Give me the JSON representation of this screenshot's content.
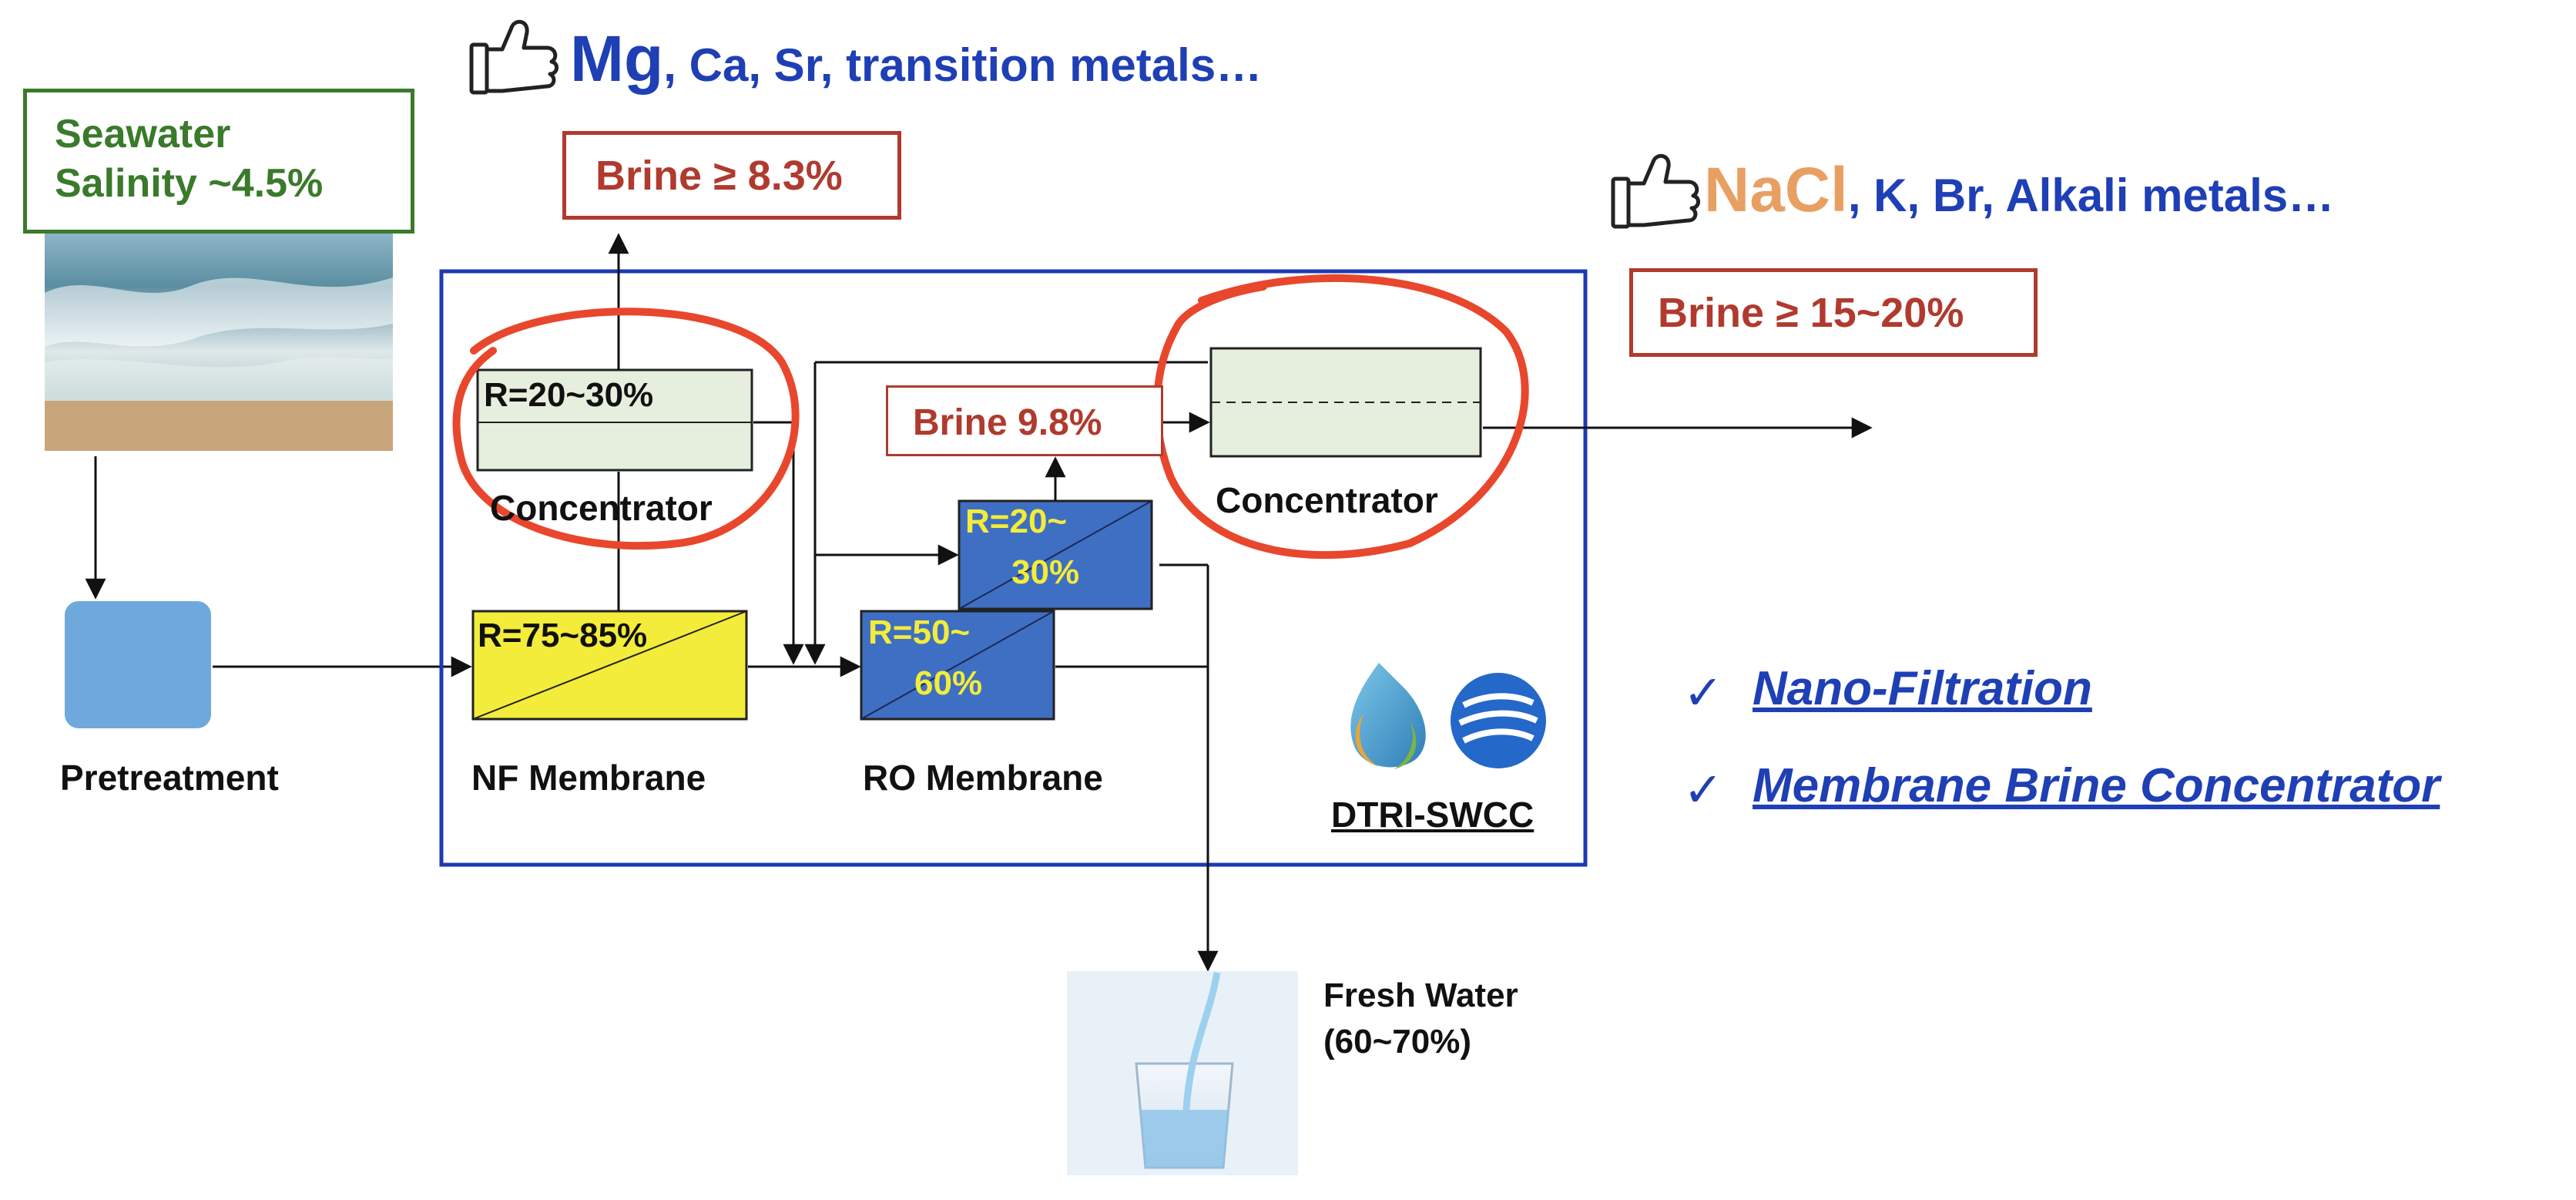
{
  "seawater": {
    "line1": "Seawater",
    "line2": "Salinity ~4.5%"
  },
  "top_left": {
    "lead": "Mg",
    "rest": ", Ca, Sr, transition metals…",
    "brine": "Brine ≥ 8.3%"
  },
  "top_right": {
    "lead": "NaCl",
    "rest": ", K, Br, Alkali metals…",
    "brine": "Brine ≥ 15~20%"
  },
  "process": {
    "nf_concentrator_recovery": "R=20~30%",
    "nf_concentrator_label": "Concentrator",
    "nf_membrane_recovery": "R=75~85%",
    "nf_membrane_label": "NF Membrane",
    "ro_upper_recovery_1": "R=20~",
    "ro_upper_recovery_2": "30%",
    "ro_lower_recovery_1": "R=50~",
    "ro_lower_recovery_2": "60%",
    "ro_membrane_label": "RO Membrane",
    "brine_mid": "Brine 9.8%",
    "main_concentrator_label": "Concentrator",
    "pretreatment_label": "Pretreatment",
    "fresh_water_1": "Fresh Water",
    "fresh_water_2": "(60~70%)",
    "logo_text": "DTRI-SWCC"
  },
  "highlights": [
    {
      "mark": "✓",
      "text": "Nano-Filtration"
    },
    {
      "mark": "✓",
      "text": "Membrane Brine Concentrator"
    }
  ],
  "colors": {
    "green_text": "#3a7a2b",
    "brine_red": "#b03a2e",
    "blue_text": "#1f3fb5",
    "orange_text": "#e8a062",
    "nf_yellow": "#f3ec3a",
    "ro_blue": "#3f6fc2",
    "concentrator_fill": "#e6eedd",
    "annotation_red": "#e8472d",
    "frame_blue": "#1d3ab0",
    "pretreatment_blue": "#6fa8dc"
  },
  "icons": [
    "thumbs-up-icon",
    "seawater-photo",
    "fresh-water-glass-photo",
    "dtri-drop-logo",
    "swcc-logo"
  ]
}
